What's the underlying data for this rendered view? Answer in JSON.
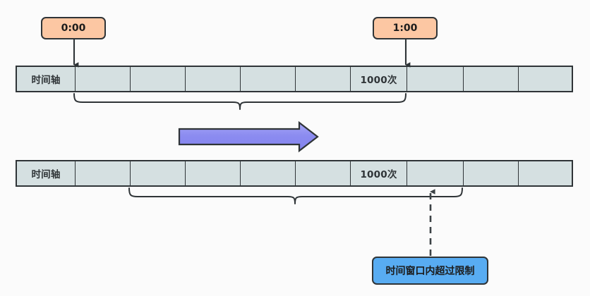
{
  "diagram": {
    "title": "sliding-window-rate-limit",
    "background_color": "#fbfbfb"
  },
  "colors": {
    "bar_fill": "#d5e0e1",
    "bar_stroke": "#2f3437",
    "chip_orange": "#fcc7a3",
    "chip_blue": "#58acf2",
    "arrow_purple": "#8c8cf0",
    "line": "#2f3437"
  },
  "timelines": [
    {
      "id": "timeline-top",
      "label": "时间轴",
      "cells": [
        "时间轴",
        "",
        "",
        "",
        "",
        "",
        "1000次",
        "",
        "",
        ""
      ]
    },
    {
      "id": "timeline-bottom",
      "label": "时间轴",
      "cells": [
        "时间轴",
        "",
        "",
        "",
        "",
        "",
        "1000次",
        "",
        "",
        ""
      ]
    }
  ],
  "markers": [
    {
      "id": "marker-start",
      "label": "0:00"
    },
    {
      "id": "marker-end",
      "label": "1:00"
    }
  ],
  "annotations": {
    "overflow_label": "时间窗口内超过限制"
  },
  "shift_arrow": {
    "id": "shift-arrow",
    "direction": "right"
  }
}
